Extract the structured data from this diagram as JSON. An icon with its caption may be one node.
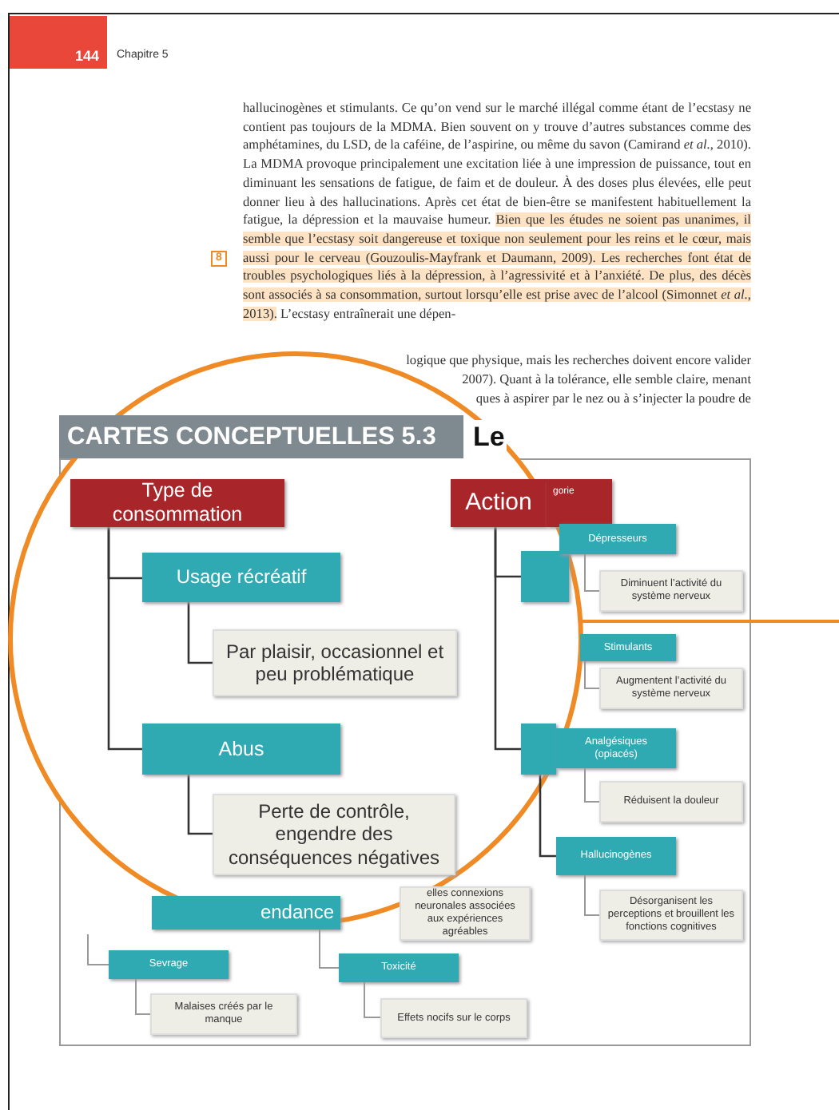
{
  "diagram": {
    "nodes": [
      {
        "text": [
          "Type de consommation"
        ]
      },
      {
        "text": [
          "Usage récréatif"
        ]
      },
      {
        "text": [
          "Par plaisir, occasionnel et peu problématique"
        ]
      },
      {
        "text": [
          "Abus"
        ]
      },
      {
        "text": [
          "Perte de contrôle, engendre des conséquences négatives"
        ]
      },
      {
        "text": [
          "Action"
        ]
      },
      {
        "text": [],
        "shape": "box"
      },
      {
        "text": [],
        "shape": "box"
      },
      {
        "text": [
          "endance"
        ]
      },
      {
        "text": [
          "gorie"
        ]
      },
      {
        "text": [
          "Dépresseurs"
        ]
      },
      {
        "text": [
          "Diminuent l’activité du système nerveux"
        ]
      },
      {
        "text": [
          "Stimulants"
        ]
      },
      {
        "text": [
          "Augmentent l’activité du système nerveux"
        ]
      },
      {
        "text": [
          "Analgésiques (opiacés)"
        ]
      },
      {
        "text": [
          "Réduisent la douleur"
        ]
      },
      {
        "text": [
          "Hallucinogènes"
        ]
      },
      {
        "text": [
          "Désorganisent les perceptions et brouillent les fonctions cognitives"
        ]
      },
      {
        "text": [
          "elles connexions neuronales associées aux expériences agréables"
        ]
      },
      {
        "text": [
          "Sevrage"
        ]
      },
      {
        "text": [
          "Malaises créés par le manque"
        ]
      },
      {
        "text": [
          "Toxicité"
        ]
      },
      {
        "text": [
          "Effets nocifs sur le corps"
        ]
      }
    ],
    "edges": [
      {
        "from": 0,
        "to": 1,
        "arrow": "none",
        "color": "#333333"
      },
      {
        "from": 0,
        "to": 3,
        "arrow": "none",
        "color": "#333333"
      },
      {
        "from": 1,
        "to": 2,
        "arrow": "none",
        "color": "#333333"
      },
      {
        "from": 3,
        "to": 4,
        "arrow": "none",
        "color": "#333333"
      },
      {
        "from": 5,
        "to": 6,
        "arrow": "none",
        "color": "#333333"
      },
      {
        "from": 5,
        "to": 7,
        "arrow": "none",
        "color": "#333333"
      },
      {
        "from": 10,
        "to": 11,
        "arrow": "none"
      },
      {
        "from": 12,
        "to": 13,
        "arrow": "none"
      },
      {
        "from": 14,
        "to": 15,
        "arrow": "none"
      },
      {
        "from": 16,
        "to": 17,
        "arrow": "none"
      },
      {
        "from": 19,
        "to": 20,
        "arrow": "none"
      },
      {
        "from": 8,
        "to": 21,
        "arrow": "none"
      },
      {
        "from": 21,
        "to": 22,
        "arrow": "none"
      },
      {
        "from": null,
        "to": 19,
        "arrow": "none"
      },
      {
        "from": 7,
        "to": 16,
        "arrow": "none",
        "color": "#333333"
      }
    ],
    "labels": [
      "144",
      "Chapitre 5",
      "8",
      "hallucinogènes et stimulants. Ce qu’on vend sur le marché illégal comme étant de l’ecstasy ne contient pas toujours de la MDMA. Bien souvent on y trouve d’autres substances comme des amphétamines, du LSD, de la caféine, de l’aspirine, ou même du savon (Camirand *et al.*, 2010). La MDMA provoque principalement une excitation liée à une impression de puissance, tout en diminuant les sensations de fatigue, de faim et de douleur. À des doses plus élevées, elle peut donner lieu à des hallucinations. Après cet état de bien-être se manifestent habituellement la fatigue, la dépression et la mauvaise humeur.",
      "Bien que les études ne soient pas unanimes, il semble que l’ecstasy soit dangereuse et toxique non seulement pour les reins et le cœur, mais aussi pour le cerveau (Gouzoulis-Mayfrank et Daumann, 2009). Les recherches font état de troubles psychologiques liés à la dépression, à l’agressivité et à l’anxiété. De plus, des décès sont associés à sa consommation, surtout lorsqu’elle est prise avec de l’alcool (Simonnet *et al.*, 2013).",
      "L’ecstasy entraînerait une dépen-",
      "logique que physique, mais les recherches doivent encore valider",
      "2007). Quant à la tolérance, elle semble claire, menant",
      "ques à aspirer par le nez ou à s’injecter la poudre de",
      "CARTES CONCEPTUELLES 5.3",
      "Le"
    ]
  }
}
